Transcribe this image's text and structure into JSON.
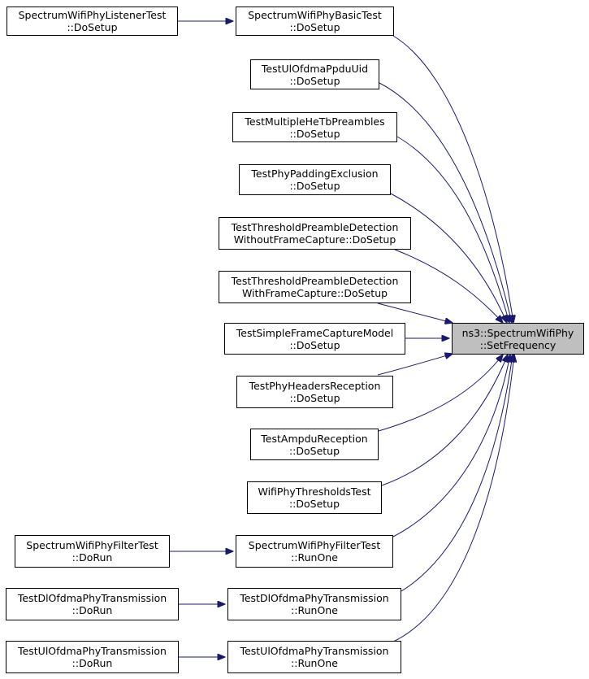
{
  "colors": {
    "edge": "#191970",
    "target_fill": "#bfbfbf",
    "node_border": "#000000"
  },
  "nodes": {
    "spectrum_wifi_phy_listener_test_dosetup": {
      "line1": "SpectrumWifiPhyListenerTest",
      "line2": "::DoSetup"
    },
    "spectrum_wifi_phy_basic_test_dosetup": {
      "line1": "SpectrumWifiPhyBasicTest",
      "line2": "::DoSetup"
    },
    "test_ul_ofdma_ppdu_uid_dosetup": {
      "line1": "TestUlOfdmaPpduUid",
      "line2": "::DoSetup"
    },
    "test_multiple_he_tb_preambles_dosetup": {
      "line1": "TestMultipleHeTbPreambles",
      "line2": "::DoSetup"
    },
    "test_phy_padding_exclusion_dosetup": {
      "line1": "TestPhyPaddingExclusion",
      "line2": "::DoSetup"
    },
    "test_threshold_preamble_detection_without_fc_dosetup": {
      "line1": "TestThresholdPreambleDetection",
      "line2": "WithoutFrameCapture::DoSetup"
    },
    "test_threshold_preamble_detection_with_fc_dosetup": {
      "line1": "TestThresholdPreambleDetection",
      "line2": "WithFrameCapture::DoSetup"
    },
    "test_simple_frame_capture_model_dosetup": {
      "line1": "TestSimpleFrameCaptureModel",
      "line2": "::DoSetup"
    },
    "test_phy_headers_reception_dosetup": {
      "line1": "TestPhyHeadersReception",
      "line2": "::DoSetup"
    },
    "test_ampdu_reception_dosetup": {
      "line1": "TestAmpduReception",
      "line2": "::DoSetup"
    },
    "wifi_phy_thresholds_test_dosetup": {
      "line1": "WifiPhyThresholdsTest",
      "line2": "::DoSetup"
    },
    "spectrum_wifi_phy_filter_test_dorun": {
      "line1": "SpectrumWifiPhyFilterTest",
      "line2": "::DoRun"
    },
    "spectrum_wifi_phy_filter_test_runone": {
      "line1": "SpectrumWifiPhyFilterTest",
      "line2": "::RunOne"
    },
    "test_dl_ofdma_phy_transmission_dorun": {
      "line1": "TestDlOfdmaPhyTransmission",
      "line2": "::DoRun"
    },
    "test_dl_ofdma_phy_transmission_runone": {
      "line1": "TestDlOfdmaPhyTransmission",
      "line2": "::RunOne"
    },
    "test_ul_ofdma_phy_transmission_dorun": {
      "line1": "TestUlOfdmaPhyTransmission",
      "line2": "::DoRun"
    },
    "test_ul_ofdma_phy_transmission_runone": {
      "line1": "TestUlOfdmaPhyTransmission",
      "line2": "::RunOne"
    },
    "ns3_spectrum_wifi_phy_set_frequency": {
      "line1": "ns3::SpectrumWifiPhy",
      "line2": "::SetFrequency"
    }
  }
}
